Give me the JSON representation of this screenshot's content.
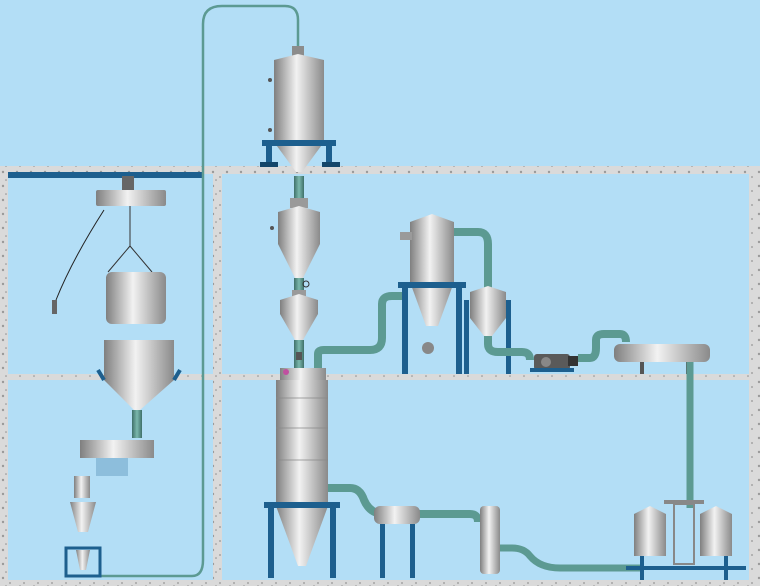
{
  "diagram": {
    "kind": "process-flow-scada",
    "labels": [],
    "colors": {
      "background": "#b3def6",
      "wall": "#d8d8d8",
      "wall_speckle": "#9a9a9a",
      "steel_dark": "#7f7f7f",
      "steel_light": "#f2f2f2",
      "pipe": "#5c9a92",
      "pipe_edge": "#3f7069",
      "support": "#1d5f8e",
      "support_dark": "#13466a"
    },
    "equipment": [
      {
        "id": "top-storage-silo",
        "icon": "silo"
      },
      {
        "id": "intermediate-hopper",
        "icon": "cone-hopper"
      },
      {
        "id": "small-weigh-hopper",
        "icon": "cone-hopper"
      },
      {
        "id": "main-reactor-vessel",
        "icon": "tall-vessel"
      },
      {
        "id": "cyclone-separator",
        "icon": "cyclone"
      },
      {
        "id": "dust-filter",
        "icon": "filter"
      },
      {
        "id": "vacuum-pump",
        "icon": "pump"
      },
      {
        "id": "condenser",
        "icon": "heat-exchanger"
      },
      {
        "id": "twin-receiver-tanks",
        "icon": "tank-pair"
      },
      {
        "id": "electric-hoist",
        "icon": "hoist"
      },
      {
        "id": "lifted-drum",
        "icon": "drum"
      },
      {
        "id": "feed-hopper",
        "icon": "cone-hopper"
      },
      {
        "id": "screw-feeder",
        "icon": "feeder"
      },
      {
        "id": "pneumatic-transfer-line",
        "icon": "hose"
      }
    ]
  }
}
